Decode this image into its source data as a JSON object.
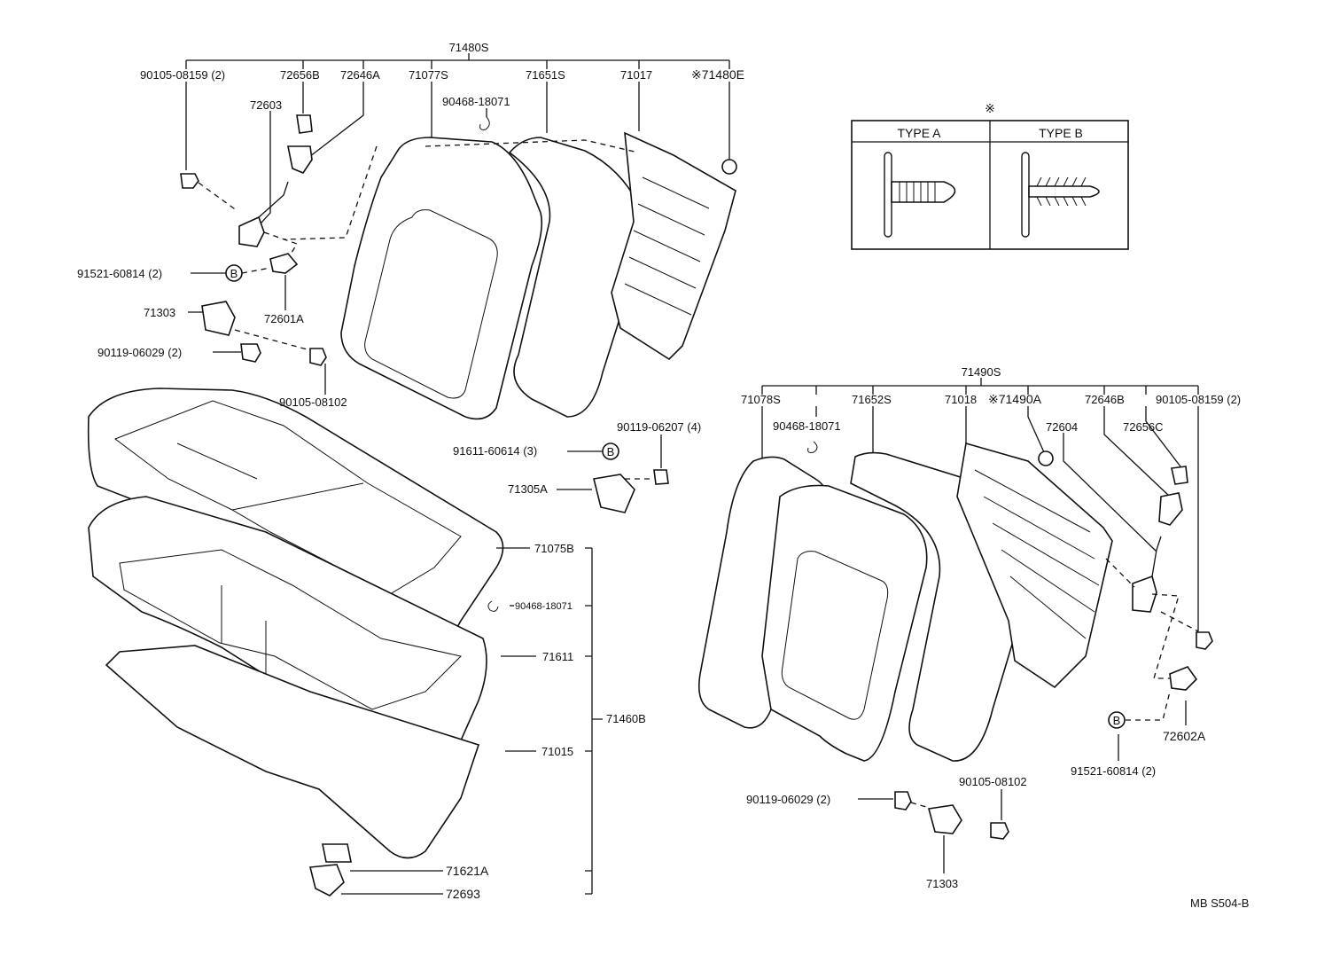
{
  "labels": {
    "p71480S": "71480S",
    "p90105_08159_2_a": "90105-08159 (2)",
    "p72656B": "72656B",
    "p72646A": "72646A",
    "p71077S": "71077S",
    "p71651S": "71651S",
    "p71017": "71017",
    "p71480E": "※71480E",
    "p72603": "72603",
    "p90468_18071_a": "90468-18071",
    "p91521_60814_2_a": "91521-60814 (2)",
    "p72601A": "72601A",
    "p71303_a": "71303",
    "p90119_06029_2_a": "90119-06029 (2)",
    "p90105_08102_a": "90105-08102",
    "p90119_06207_4": "90119-06207 (4)",
    "p91611_60614_3": "91611-60614 (3)",
    "p71305A": "71305A",
    "p71075B": "71075B",
    "p90468_18071_c": "90468-18071",
    "p71611": "71611",
    "p71460B": "71460B",
    "p71015": "71015",
    "p71621A": "71621A",
    "p72693": "72693",
    "p71490S": "71490S",
    "p71078S": "71078S",
    "p90468_18071_b": "90468-18071",
    "p71652S": "71652S",
    "p71018": "71018",
    "p71490A": "※71490A",
    "p72646B": "72646B",
    "p90105_08159_2_b": "90105-08159 (2)",
    "p72604": "72604",
    "p72656C": "72656C",
    "p72602A": "72602A",
    "p91521_60814_2_b": "91521-60814 (2)",
    "p90119_06029_2_b": "90119-06029 (2)",
    "p90105_08102_b": "90105-08102",
    "p71303_b": "71303",
    "circle_b": "B"
  },
  "type_table": {
    "marker": "※",
    "type_a": "TYPE A",
    "type_b": "TYPE B"
  },
  "footer_code": "MB  S504-B"
}
